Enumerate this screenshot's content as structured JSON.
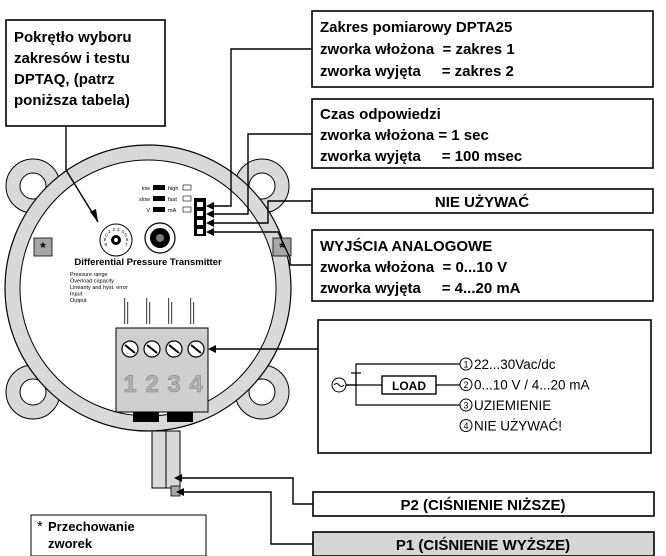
{
  "callouts": {
    "range_knob": {
      "lines": [
        "Pokrętło wyboru",
        "zakresów i testu",
        "DPTAQ, (patrz",
        "poniższa tabela)"
      ]
    },
    "measurement_range": {
      "title": "Zakres pomiarowy DPTA25",
      "line1": "zworka włożona  = zakres 1",
      "line2": "zworka wyjęta     = zakres 2"
    },
    "response_time": {
      "title": "Czas odpowiedzi",
      "line1": "zworka włożona = 1 sec",
      "line2": "zworka wyjęta     = 100 msec"
    },
    "do_not_use": {
      "label": "NIE UŻYWAĆ"
    },
    "analog_outputs": {
      "title": "WYJŚCIA ANALOGOWE",
      "line1": "zworka włożona  = 0...10 V",
      "line2": "zworka wyjęta     = 4...20 mA"
    },
    "p2": {
      "label": "P2 (CIŚNIENIE NIŻSZE)"
    },
    "p1": {
      "label": "P1 (CIŚNIENIE WYŻSZE)"
    },
    "storage": {
      "asterisk": "*",
      "line1": "Przechowanie",
      "line2": "zworek"
    }
  },
  "device": {
    "name": "Differential Pressure Transmitter",
    "jumper_labels": [
      {
        "left": "low",
        "right": "high"
      },
      {
        "left": "slow",
        "right": "fast"
      },
      {
        "left": "V",
        "right": "mA"
      }
    ],
    "specs": [
      "Pressure range",
      "Overload capacity",
      "Linearity and hyst. error",
      "Input",
      "Output"
    ],
    "terminal_numbers": [
      "1",
      "2",
      "3",
      "4"
    ],
    "knob_digits": [
      "8",
      "9",
      "0",
      "1",
      "2",
      "3",
      "4",
      "5",
      "6",
      "7"
    ]
  },
  "wiring": {
    "load_label": "LOAD",
    "terminals": [
      {
        "num": "1",
        "label": "22...30Vac/dc"
      },
      {
        "num": "2",
        "label": "0...10 V / 4...20 mA"
      },
      {
        "num": "3",
        "label": "UZIEMIENIE"
      },
      {
        "num": "4",
        "label": "NIE UŻYWAĆ!"
      }
    ]
  },
  "colors": {
    "housing": "#d9d9d9",
    "housing_dark": "#a6a6a6",
    "terminal_block": "#cfcfcf",
    "terminal_number": "#b3b3b3",
    "p1_fill": "#d6d6d6",
    "line": "#000000"
  }
}
